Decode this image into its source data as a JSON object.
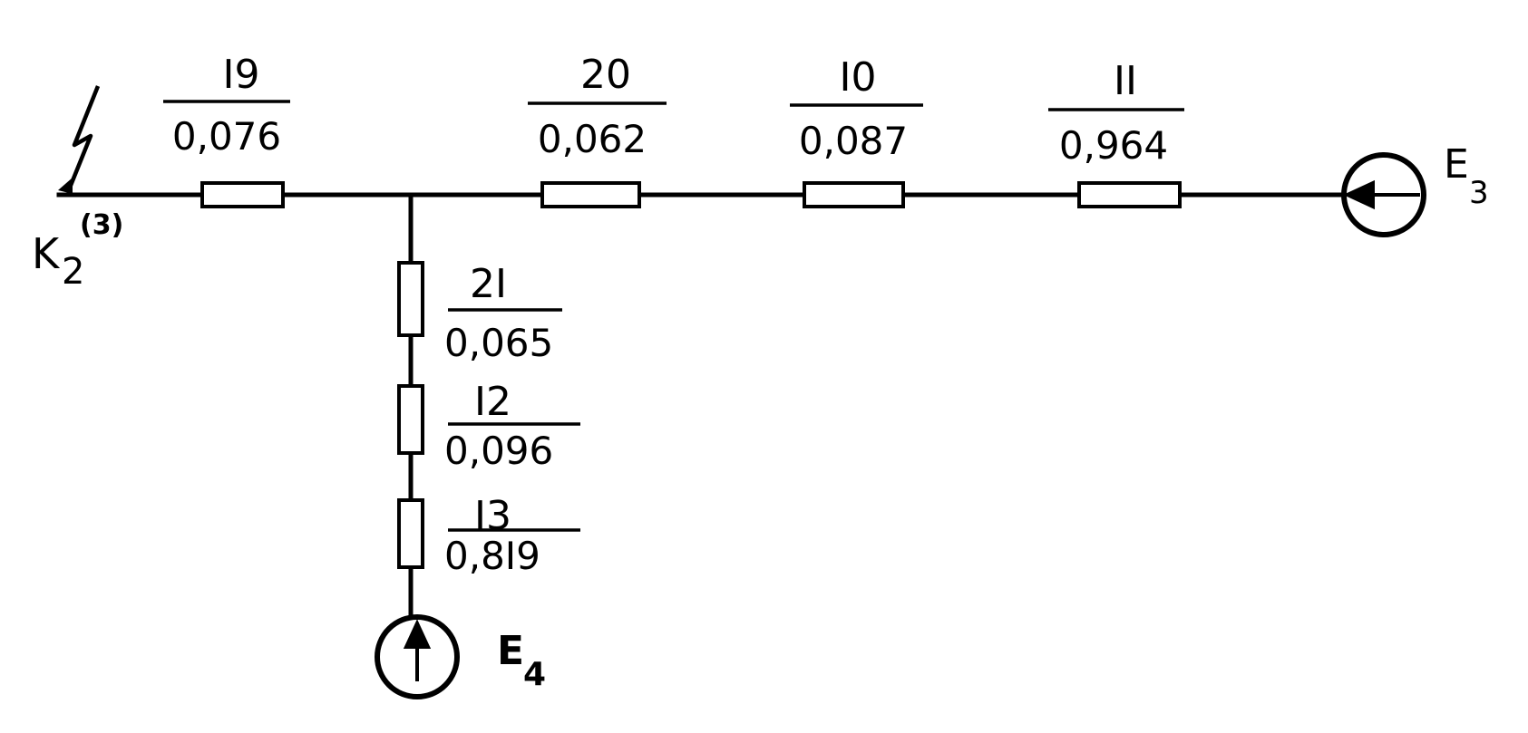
{
  "fault_point": {
    "label": "K",
    "subscript": "2",
    "superscript": "(3)"
  },
  "elements": [
    {
      "id": "19",
      "number": "I9",
      "value": "0,076"
    },
    {
      "id": "20",
      "number": "20",
      "value": "0,062"
    },
    {
      "id": "10",
      "number": "I0",
      "value": "0,087"
    },
    {
      "id": "11",
      "number": "II",
      "value": "0,964"
    },
    {
      "id": "21",
      "number": "2I",
      "value": "0,065"
    },
    {
      "id": "12",
      "number": "I2",
      "value": "0,096"
    },
    {
      "id": "13",
      "number": "I3",
      "value": "0,8I9"
    }
  ],
  "sources": [
    {
      "id": "E3",
      "label": "E",
      "subscript": "3"
    },
    {
      "id": "E4",
      "label": "E",
      "subscript": "4"
    }
  ]
}
